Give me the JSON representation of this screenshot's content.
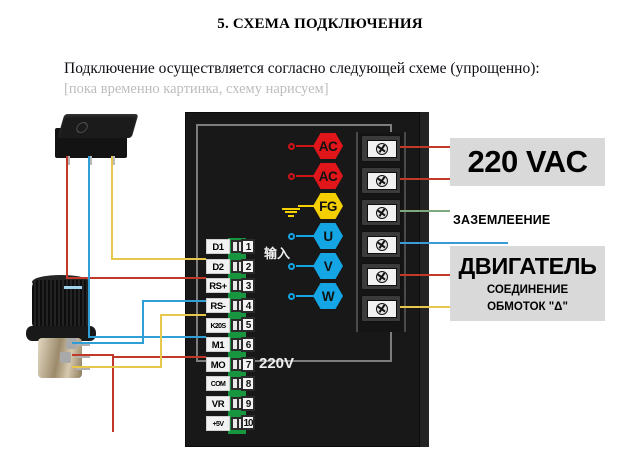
{
  "document": {
    "section_title": "5. СХЕМА ПОДКЛЮЧЕНИЯ",
    "intro_text": "Подключение осуществляется согласно следующей схеме (упрощенно):",
    "placeholder_note": "[пока временно картинка, схему нарисуем]"
  },
  "diagram": {
    "cjk_annotations": {
      "input": "输入",
      "mains": "220V"
    },
    "terminals": [
      {
        "num": "1",
        "name": "D1",
        "wire_color": null
      },
      {
        "num": "2",
        "name": "D2",
        "wire_color": null
      },
      {
        "num": "3",
        "name": "RS+",
        "wire_color": null
      },
      {
        "num": "4",
        "name": "RS-",
        "wire_color": null
      },
      {
        "num": "5",
        "name": "K20S",
        "wire_color": "#e8c84a"
      },
      {
        "num": "6",
        "name": "M1",
        "wire_color": "#c0392b"
      },
      {
        "num": "7",
        "name": "MO",
        "wire_color": null
      },
      {
        "num": "8",
        "name": "COM",
        "wire_color": "#2f9fd8"
      },
      {
        "num": "9",
        "name": "VR",
        "wire_color": "#c0392b"
      },
      {
        "num": "10",
        "name": "+5V",
        "wire_color": "#e8c84a"
      }
    ],
    "power_terminals": [
      {
        "badge": "AC",
        "badge_color": "#e0161b",
        "wire_color": "#c0392b"
      },
      {
        "badge": "AC",
        "badge_color": "#e0161b",
        "wire_color": "#c0392b"
      },
      {
        "badge": "FG",
        "badge_color": "#f5d000",
        "wire_color": "#7fa87f"
      },
      {
        "badge": "U",
        "badge_color": "#13a5e4",
        "wire_color": "#3a9bd6"
      },
      {
        "badge": "V",
        "badge_color": "#13a5e4",
        "wire_color": "#c0392b"
      },
      {
        "badge": "W",
        "badge_color": "#13a5e4",
        "wire_color": "#e8c84a"
      }
    ],
    "callouts": {
      "mains_voltage": "220 VAC",
      "ground": "ЗАЗЕМЛЕЕНИЕ",
      "motor_title": "ДВИГАТЕЛЬ",
      "motor_sub_line1": "СОЕДИНЕНИЕ",
      "motor_sub_line2": "ОБМОТОК \"Δ\""
    },
    "components": {
      "rocker_switch": "Выключатель",
      "potentiometer": "Потенциометр"
    }
  }
}
